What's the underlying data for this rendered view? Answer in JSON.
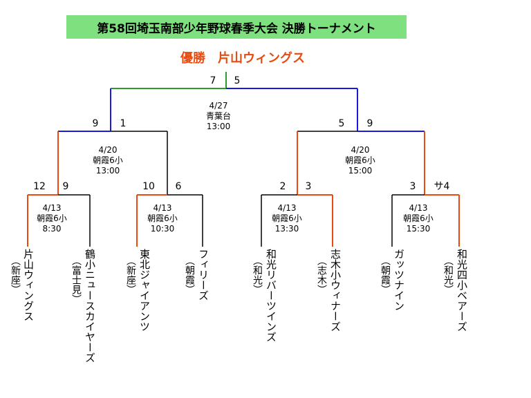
{
  "title": "第58回埼玉南部少年野球春季大会 決勝トーナメント",
  "champion": {
    "label": "優勝",
    "team": "片山ウィングス"
  },
  "colors": {
    "title_bg": "#7ee07e",
    "winner_line": "#e84a10",
    "semifinal_line": "#1a1adc",
    "final_line": "#2e9a2e",
    "plain_line": "#000000"
  },
  "final": {
    "score_left": "7",
    "score_right": "5",
    "date": "4/27",
    "venue": "青葉台",
    "time": "13:00"
  },
  "semifinals": [
    {
      "score_left": "9",
      "score_right": "1",
      "date": "4/20",
      "venue": "朝霞6小",
      "time": "13:00"
    },
    {
      "score_left": "5",
      "score_right": "9",
      "date": "4/20",
      "venue": "朝霞6小",
      "time": "15:00"
    }
  ],
  "first_round": [
    {
      "score_left": "12",
      "score_right": "9",
      "date": "4/13",
      "venue": "朝霞6小",
      "time": "8:30"
    },
    {
      "score_left": "10",
      "score_right": "6",
      "date": "4/13",
      "venue": "朝霞6小",
      "time": "10:30"
    },
    {
      "score_left": "2",
      "score_right": "3",
      "date": "4/13",
      "venue": "朝霞6小",
      "time": "13:30"
    },
    {
      "score_left": "3",
      "score_right": "サ4",
      "date": "4/13",
      "venue": "朝霞6小",
      "time": "15:30"
    }
  ],
  "teams": [
    {
      "name": "片山ウィングス",
      "location": "（新座）"
    },
    {
      "name": "鶴小ニュースカイヤーズ",
      "location": "（富士見）"
    },
    {
      "name": "東北ジャイアンツ",
      "location": "（新座）"
    },
    {
      "name": "フィリーズ",
      "location": "（朝霞）"
    },
    {
      "name": "和光リバーツインズ",
      "location": "（和光）"
    },
    {
      "name": "志木小ウィナーズ",
      "location": "（志木）"
    },
    {
      "name": "ガッツナイン",
      "location": "（朝霞）"
    },
    {
      "name": "和光四小ベアーズ",
      "location": "（和光）"
    }
  ]
}
